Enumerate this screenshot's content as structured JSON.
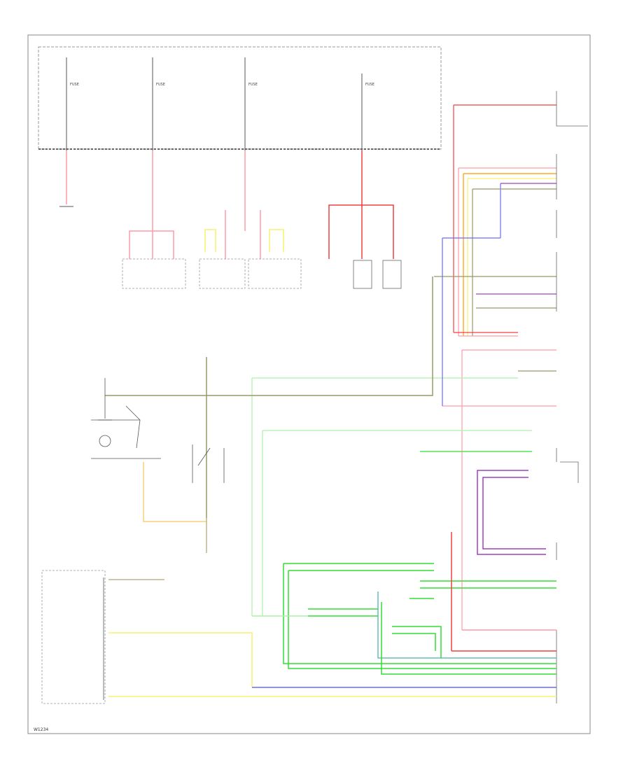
{
  "diagram": {
    "fuse_labels": [
      "FUSE",
      "FUSE",
      "FUSE",
      "FUSE"
    ],
    "footer_code": "W1234",
    "wire_colors": {
      "red": "#f04040",
      "pink": "#ff9aa8",
      "orange": "#ff9900",
      "yellow": "#f7f070",
      "green": "#33dd33",
      "lightgreen": "#aaf0aa",
      "blue": "#6a6af8",
      "purple": "#a040c0",
      "tan": "#c2b28a",
      "olive": "#999966",
      "black": "#333333",
      "teal": "#66bbbb"
    }
  }
}
